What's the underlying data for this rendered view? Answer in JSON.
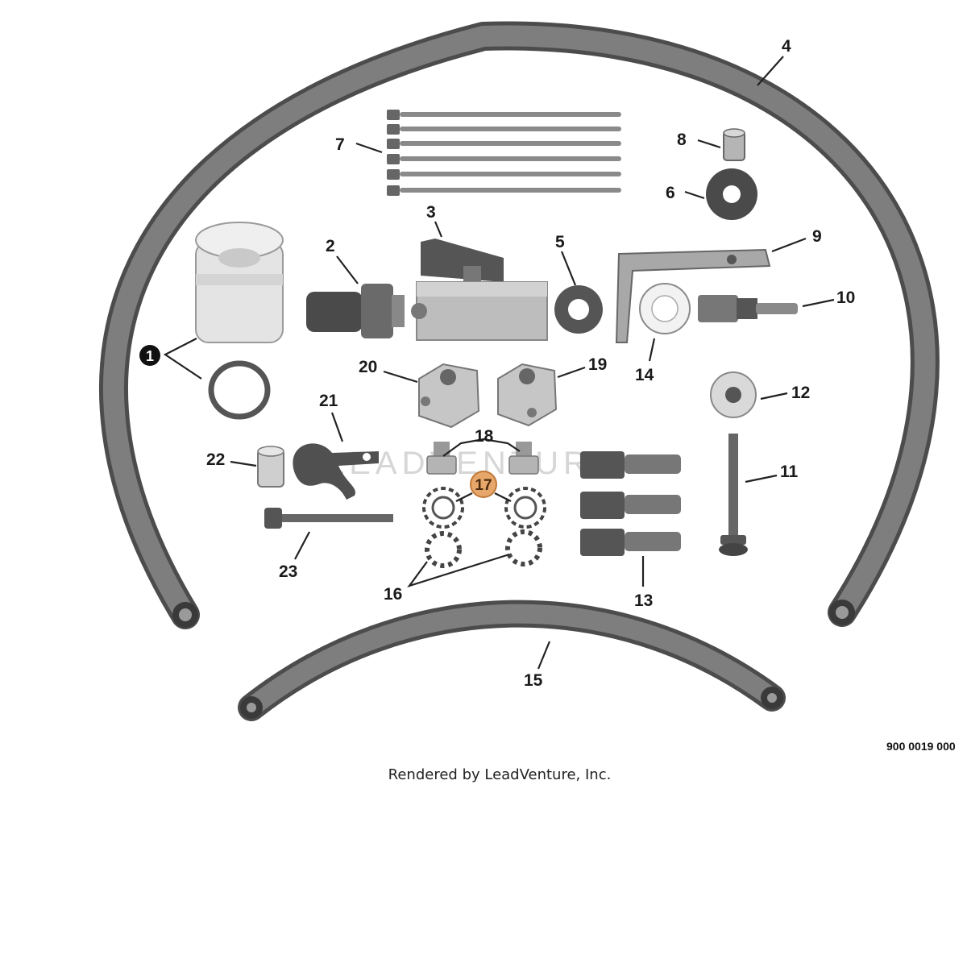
{
  "diagram": {
    "callouts": {
      "c1": "1",
      "c2": "2",
      "c3": "3",
      "c4": "4",
      "c5": "5",
      "c6": "6",
      "c7": "7",
      "c8": "8",
      "c9": "9",
      "c10": "10",
      "c11": "11",
      "c12": "12",
      "c13": "13",
      "c14": "14",
      "c15": "15",
      "c16": "16",
      "c17": "17",
      "c18": "18",
      "c19": "19",
      "c20": "20",
      "c21": "21",
      "c22": "22",
      "c23": "23"
    },
    "highlighted_callout": "17",
    "highlight_color": "#e8a76a",
    "watermark": "LEADVENTURE",
    "drawing_code": "900 0019 000",
    "credit": "Rendered by LeadVenture, Inc."
  }
}
